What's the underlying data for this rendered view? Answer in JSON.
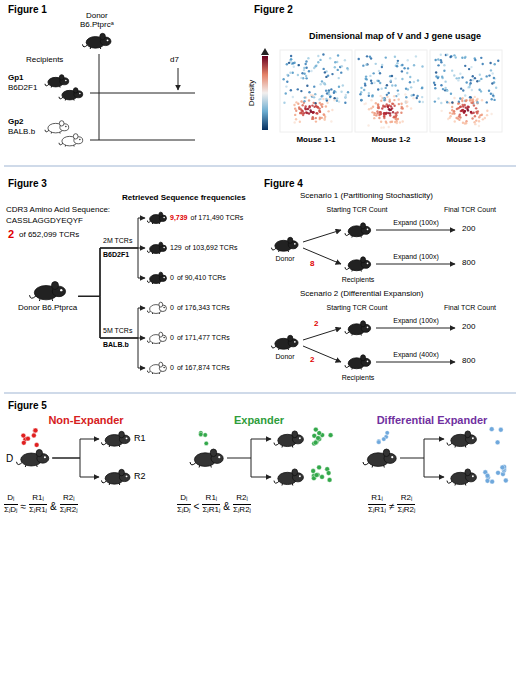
{
  "diagram": {
    "nodes": [
      {
        "text": [
          "Donor B6.Ptprcᵃ"
        ]
      },
      {
        "text": [
          "Donor B6.Ptprca"
        ]
      },
      {
        "text": [
          "9,739",
          "of 171,490 TCRs"
        ]
      },
      {
        "text": [
          "129",
          "of 103,692 TCRs"
        ]
      },
      {
        "text": [
          "0",
          "of 90,410 TCRs"
        ]
      },
      {
        "text": [
          "0",
          "of 176,343 TCRs"
        ]
      },
      {
        "text": [
          "0",
          "of 171,477 TCRs"
        ]
      },
      {
        "text": [
          "0",
          "of 167,874 TCRs"
        ]
      },
      {
        "text": [
          "Donor"
        ]
      },
      {
        "text": [
          "Donor"
        ]
      },
      {
        "text": [
          "D"
        ]
      },
      {
        "text": [
          "R1"
        ]
      },
      {
        "text": [
          "R2"
        ]
      }
    ],
    "edges": [
      {
        "from": 1,
        "to": 2,
        "arrow": "to"
      },
      {
        "from": 1,
        "to": 3,
        "arrow": "to"
      },
      {
        "from": 1,
        "to": 4,
        "arrow": "to"
      },
      {
        "from": 1,
        "to": 5,
        "arrow": "to"
      },
      {
        "from": 1,
        "to": 6,
        "arrow": "to"
      },
      {
        "from": 1,
        "to": 7,
        "arrow": "to"
      },
      {
        "from": 10,
        "to": 11,
        "arrow": "to"
      },
      {
        "from": 10,
        "to": 12,
        "arrow": "to"
      }
    ],
    "labels": [
      "Figure 1",
      "Recipients",
      "Gp1",
      "B6D2F1",
      "Gp2",
      "BALB.b",
      "d7",
      "Figure 2",
      "Dimensional map of V and J gene usage",
      "Density",
      "Mouse 1-1",
      "Mouse 1-2",
      "Mouse 1-3",
      "Figure 3",
      "Retrieved Sequence frequencies",
      "CDR3 Amino Acid Sequence:",
      "CASSLAGGDYEQYF",
      "2",
      "of 652,099 TCRs",
      "2M TCRs",
      "B6D2F1",
      "5M TCRs",
      "BALB.b",
      "Figure 4",
      "Scenario 1 (Partitioning Stochasticity)",
      "Starting TCR Count",
      "Final TCR Count",
      "8",
      "Expand (100x)",
      "200",
      "Expand (100x)",
      "800",
      "Recipients",
      "Scenario 2 (Differential Expansion)",
      "Starting TCR Count",
      "Final TCR Count",
      "2",
      "2",
      "Expand (100x)",
      "200",
      "Expand (400x)",
      "800",
      "Recipients",
      "Figure 5",
      "Non-Expander",
      "Expander",
      "Differential Expander",
      "Dᵢ",
      "ΣⱼDⱼ",
      "≈",
      "R1ᵢ",
      "ΣⱼR1ⱼ",
      "&",
      "R2ᵢ",
      "ΣⱼR2ⱼ",
      "Dᵢ",
      "ΣⱼDⱼ",
      "<",
      "R1ᵢ",
      "ΣⱼR1ⱼ",
      "&",
      "R2ᵢ",
      "ΣⱼR2ⱼ",
      "R1ᵢ",
      "ΣⱼR1ⱼ",
      "≠",
      "R2ᵢ",
      "ΣⱼR2ⱼ"
    ]
  }
}
